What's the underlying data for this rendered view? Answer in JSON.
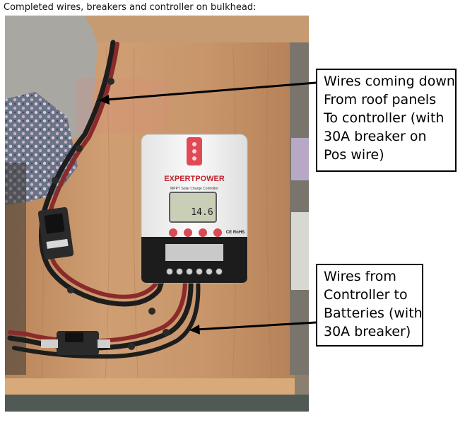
{
  "caption": "Completed wires, breakers and controller on bulkhead:",
  "controller": {
    "brand_logo": "EXPERTPOWER",
    "model_line": "MPPT  Solar Charge Controller",
    "display_reading": "14.6",
    "cert_marks": "CE RoHS"
  },
  "callouts": {
    "roof_wires": {
      "lines": [
        "Wires coming down",
        "From roof panels",
        "To controller (with",
        "30A breaker on",
        "Pos wire)"
      ]
    },
    "battery_wires": {
      "lines": [
        "Wires from",
        "Controller to",
        "Batteries (with",
        "30A breaker)"
      ]
    }
  },
  "colors": {
    "wood": "#c9966a",
    "wire_red": "#8a2a2a",
    "controller_white": "#f2f2f2",
    "controller_black": "#1c1c1c",
    "lcd": "#c8cfb6",
    "button_red": "#d84a55"
  }
}
